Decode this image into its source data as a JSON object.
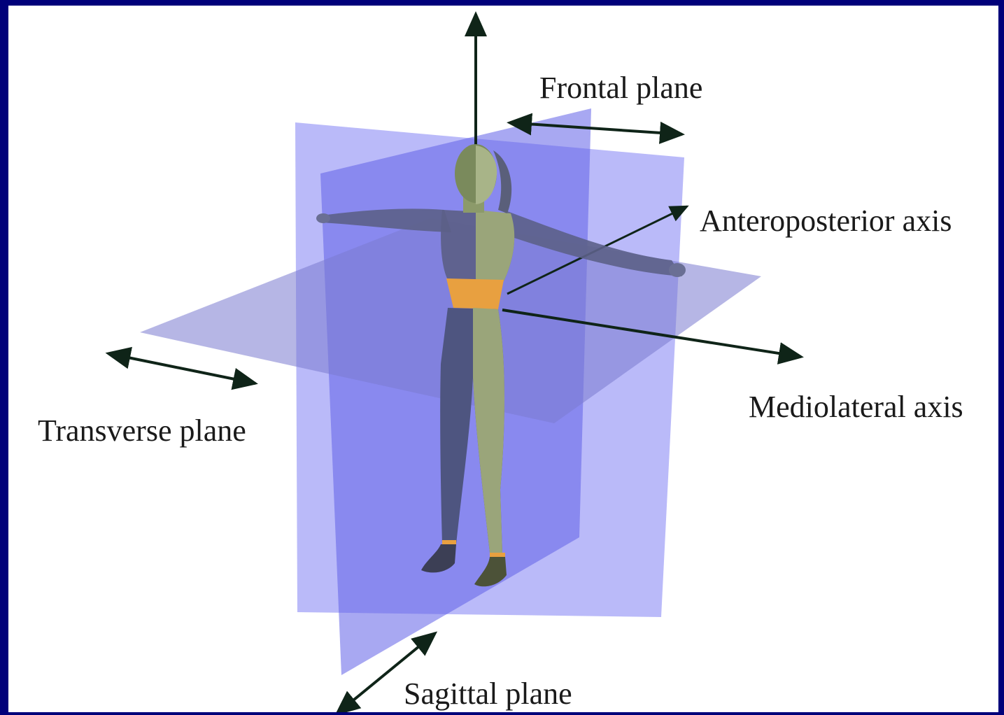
{
  "labels": {
    "frontal_plane": "Frontal plane",
    "anteroposterior_axis": "Anteroposterior axis",
    "mediolateral_axis": "Mediolateral axis",
    "transverse_plane": "Transverse plane",
    "sagittal_plane": "Sagittal plane"
  },
  "colors": {
    "border": "#00007a",
    "background": "#ffffff",
    "plane_fill": "#6f6ff2",
    "transverse_fill": "#8a8ad8",
    "figure_skin": "#8c9a6a",
    "figure_shadow": "#4a4f78",
    "waist_band": "#e8a040",
    "arrow": "#0f2418",
    "text": "#1a1a1a"
  }
}
